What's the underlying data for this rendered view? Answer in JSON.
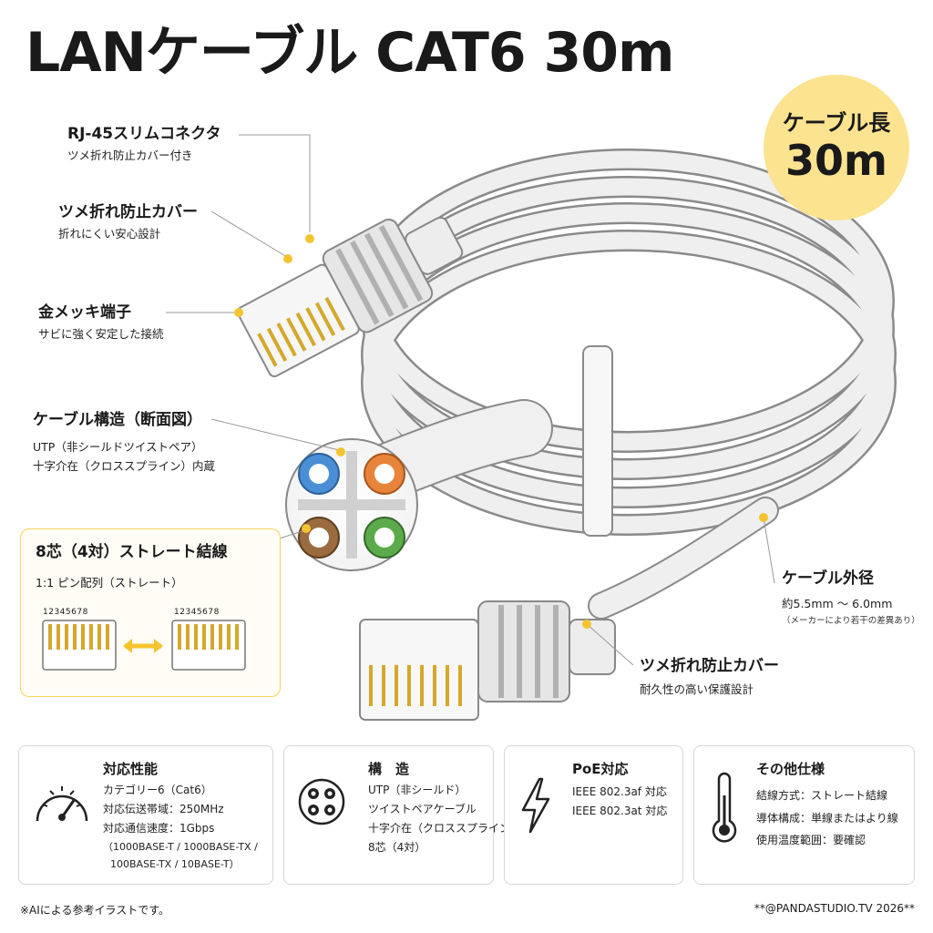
{
  "title": "LANケーブル CAT6 30m",
  "badge": {
    "label": "ケーブル長",
    "value": "30m"
  },
  "callouts": {
    "connector": {
      "heading": "RJ-45スリムコネクタ",
      "sub": "ツメ折れ防止カバー付き"
    },
    "cover": {
      "heading": "ツメ折れ防止カバー",
      "sub": "折れにくい安心設計"
    },
    "terminal": {
      "heading": "金メッキ端子",
      "sub": "サビに強く安定した接続"
    },
    "structure": {
      "heading": "ケーブル構造（断面図）",
      "sub1": "UTP（非シールドツイストペア）",
      "sub2": "十字介在（クロススプライン）内蔵"
    },
    "diameter": {
      "heading": "ケーブル外径",
      "sub": "約5.5mm ～ 6.0mm",
      "note": "（メーカーにより若干の差異あり）"
    },
    "cover2": {
      "heading": "ツメ折れ防止カバー",
      "sub": "耐久性の高い保護設計"
    }
  },
  "pinout": {
    "heading": "8芯（4対）ストレート結線",
    "sub": "1:1 ピン配列（ストレート）",
    "pin_numbers": "12345678"
  },
  "cards": {
    "performance": {
      "title": "対応性能",
      "lines": [
        "カテゴリー6（Cat6）",
        "対応伝送帯域：250MHz",
        "対応通信速度：1Gbps"
      ],
      "sub_lines": [
        "（1000BASE-T / 1000BASE-TX /",
        "100BASE-TX / 10BASE-T）"
      ]
    },
    "structure": {
      "title": "構　造",
      "lines": [
        "UTP（非シールド）",
        "ツイストペアケーブル",
        "十字介在（クロススプライン）",
        "8芯（4対）"
      ]
    },
    "poe": {
      "title": "PoE対応",
      "lines": [
        "IEEE 802.3af 対応",
        "IEEE 802.3at 対応"
      ]
    },
    "other": {
      "title": "その他仕様",
      "lines": [
        "結線方式：ストレート結線",
        "導体構成：単線またはより線",
        "使用温度範囲：要確認"
      ]
    }
  },
  "footer": {
    "left": "※AIによる参考イラストです。",
    "right": "**@PANDASTUDIO.TV 2026**"
  },
  "colors": {
    "badge": "#fbe38f",
    "accent": "#f4c430",
    "cable": "#ececec",
    "border": "#d6d6d6"
  },
  "icons": [
    "gauge-icon",
    "cross-section-icon",
    "lightning-icon",
    "thermometer-icon"
  ]
}
